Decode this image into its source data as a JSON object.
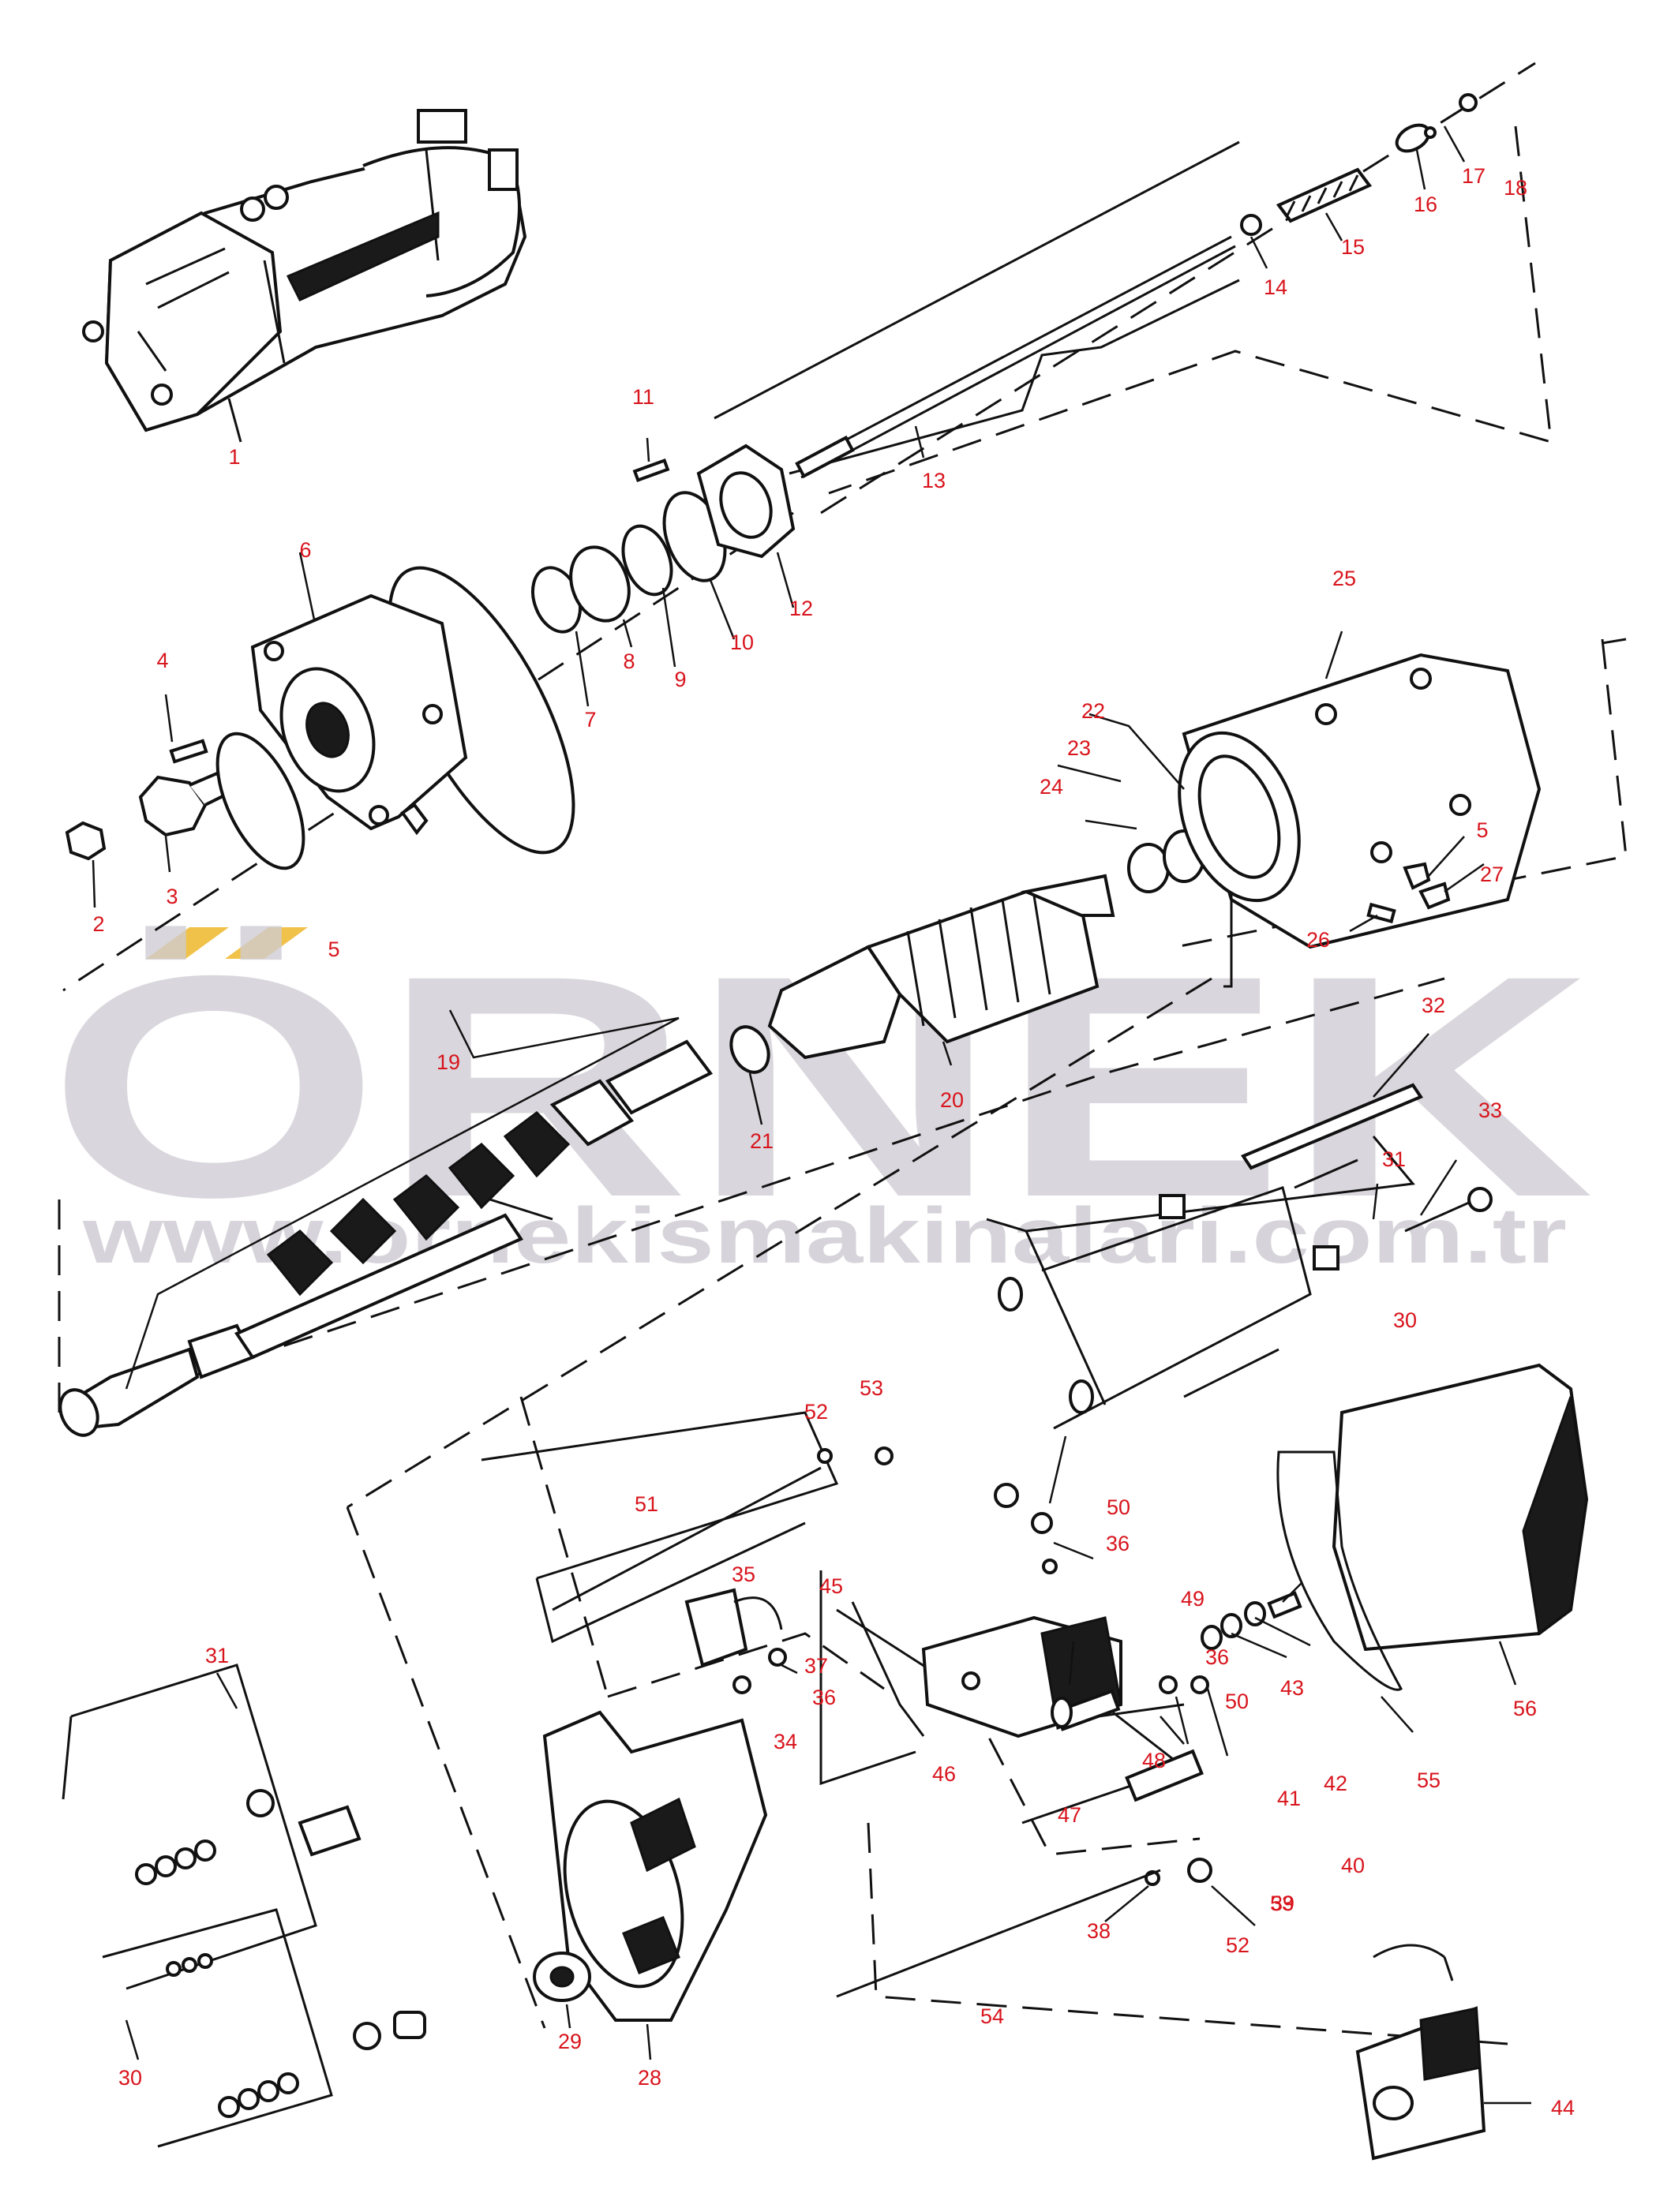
{
  "watermark": {
    "brand": "ÖRNEK",
    "url": "www.ornekismakinalari.com.tr",
    "accent_color": "#f1c24a"
  },
  "colors": {
    "callout": "#d8141c",
    "line": "#111111",
    "watermark": "#cfcdd4"
  },
  "callouts": [
    {
      "id": "c1",
      "text": "1"
    },
    {
      "id": "c2",
      "text": "2"
    },
    {
      "id": "c3",
      "text": "3"
    },
    {
      "id": "c4",
      "text": "4"
    },
    {
      "id": "c5a",
      "text": "5"
    },
    {
      "id": "c5b",
      "text": "5"
    },
    {
      "id": "c6",
      "text": "6"
    },
    {
      "id": "c7",
      "text": "7"
    },
    {
      "id": "c8",
      "text": "8"
    },
    {
      "id": "c9",
      "text": "9"
    },
    {
      "id": "c10",
      "text": "10"
    },
    {
      "id": "c11",
      "text": "11"
    },
    {
      "id": "c12",
      "text": "12"
    },
    {
      "id": "c13",
      "text": "13"
    },
    {
      "id": "c14",
      "text": "14"
    },
    {
      "id": "c15",
      "text": "15"
    },
    {
      "id": "c16",
      "text": "16"
    },
    {
      "id": "c17",
      "text": "17"
    },
    {
      "id": "c18",
      "text": "18"
    },
    {
      "id": "c19",
      "text": "19"
    },
    {
      "id": "c20",
      "text": "20"
    },
    {
      "id": "c21",
      "text": "21"
    },
    {
      "id": "c22",
      "text": "22"
    },
    {
      "id": "c23",
      "text": "23"
    },
    {
      "id": "c24",
      "text": "24"
    },
    {
      "id": "c25",
      "text": "25"
    },
    {
      "id": "c26",
      "text": "26"
    },
    {
      "id": "c27",
      "text": "27"
    },
    {
      "id": "c28",
      "text": "28"
    },
    {
      "id": "c29",
      "text": "29"
    },
    {
      "id": "c30a",
      "text": "30"
    },
    {
      "id": "c30b",
      "text": "30"
    },
    {
      "id": "c31a",
      "text": "31"
    },
    {
      "id": "c31b",
      "text": "31"
    },
    {
      "id": "c32",
      "text": "32"
    },
    {
      "id": "c33",
      "text": "33"
    },
    {
      "id": "c34",
      "text": "34"
    },
    {
      "id": "c35",
      "text": "35"
    },
    {
      "id": "c36a",
      "text": "36"
    },
    {
      "id": "c36b",
      "text": "36"
    },
    {
      "id": "c36c",
      "text": "36"
    },
    {
      "id": "c37",
      "text": "37"
    },
    {
      "id": "c38",
      "text": "38"
    },
    {
      "id": "c39",
      "text": "39"
    },
    {
      "id": "c40",
      "text": "40"
    },
    {
      "id": "c41",
      "text": "41"
    },
    {
      "id": "c42",
      "text": "42"
    },
    {
      "id": "c43",
      "text": "43"
    },
    {
      "id": "c44",
      "text": "44"
    },
    {
      "id": "c45",
      "text": "45"
    },
    {
      "id": "c46",
      "text": "46"
    },
    {
      "id": "c47",
      "text": "47"
    },
    {
      "id": "c48",
      "text": "48"
    },
    {
      "id": "c49",
      "text": "49"
    },
    {
      "id": "c50a",
      "text": "50"
    },
    {
      "id": "c50b",
      "text": "50"
    },
    {
      "id": "c51",
      "text": "51"
    },
    {
      "id": "c52a",
      "text": "52"
    },
    {
      "id": "c52b",
      "text": "52"
    },
    {
      "id": "c53a",
      "text": "53"
    },
    {
      "id": "c53b",
      "text": "53"
    },
    {
      "id": "c54",
      "text": "54"
    },
    {
      "id": "c55",
      "text": "55"
    },
    {
      "id": "c56",
      "text": "56"
    }
  ]
}
